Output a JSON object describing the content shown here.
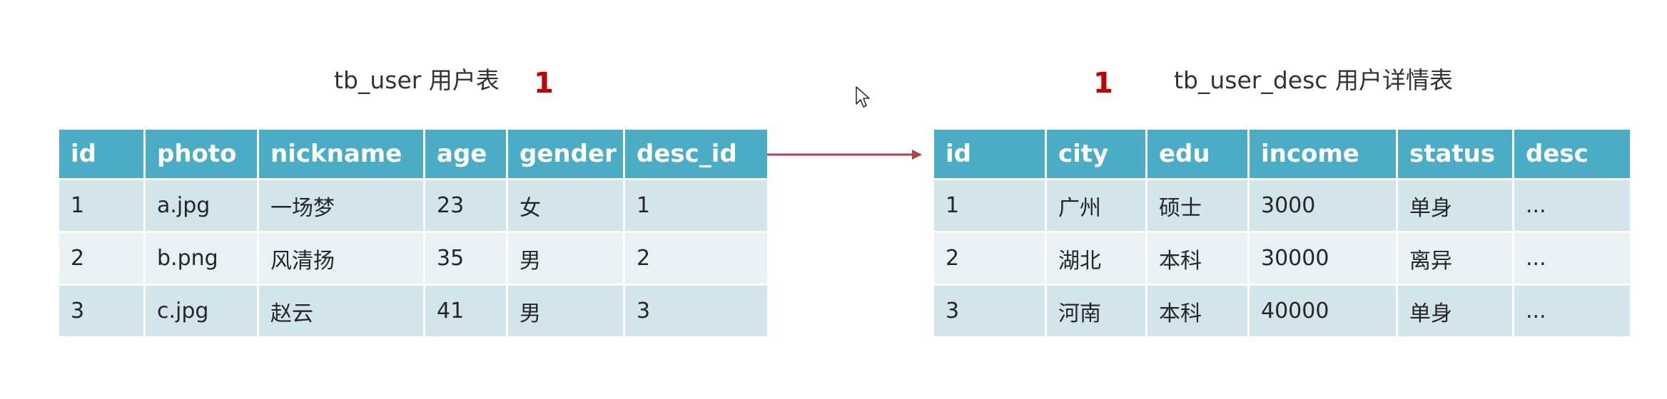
{
  "left_table": {
    "title": "tb_user 用户表",
    "marker": "1",
    "columns": [
      "id",
      "photo",
      "nickname",
      "age",
      "gender",
      "desc_id"
    ],
    "rows": [
      [
        "1",
        "a.jpg",
        "一场梦",
        "23",
        "女",
        "1"
      ],
      [
        "2",
        "b.png",
        "风清扬",
        "35",
        "男",
        "2"
      ],
      [
        "3",
        "c.jpg",
        "赵云",
        "41",
        "男",
        "3"
      ]
    ]
  },
  "right_table": {
    "title": "tb_user_desc 用户详情表",
    "marker": "1",
    "columns": [
      "id",
      "city",
      "edu",
      "income",
      "status",
      "desc"
    ],
    "rows": [
      [
        "1",
        "广州",
        "硕士",
        "3000",
        "单身",
        "..."
      ],
      [
        "2",
        "湖北",
        "本科",
        "30000",
        "离异",
        "..."
      ],
      [
        "3",
        "河南",
        "本科",
        "40000",
        "单身",
        "..."
      ]
    ]
  },
  "colors": {
    "header_bg": "#4bacc6",
    "row_odd": "#d2e5ea",
    "row_even": "#e9f1f4",
    "marker": "#c00000",
    "relation_arrow": "#b0414f"
  },
  "icons": {
    "relation": "arrow-right-icon",
    "pointer": "mouse-cursor-icon"
  }
}
